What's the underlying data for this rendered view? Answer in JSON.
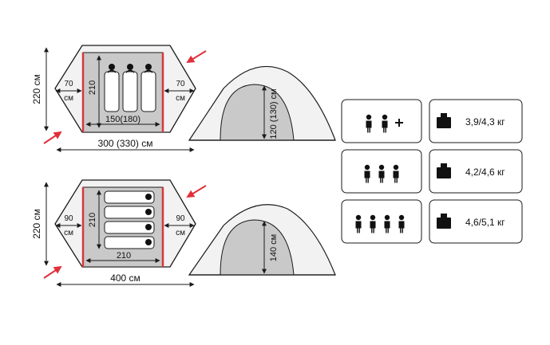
{
  "colors": {
    "outline": "#1a1a1a",
    "fill_light": "#f2f2f2",
    "fill_gray": "#c9c9c9",
    "door_red": "#d5393b",
    "arrow_red": "#e0303a",
    "person": "#111111"
  },
  "tent_top": {
    "height_dim": "220 см",
    "left_vestibule_value": "70",
    "left_vestibule_unit": "см",
    "right_vestibule_value": "70",
    "right_vestibule_unit": "см",
    "inner_height": "210",
    "inner_width": "150(180)",
    "overall_width": "300 (330) см",
    "side_height": "120 (130) см",
    "sleepers": 3
  },
  "tent_bottom": {
    "height_dim": "220 см",
    "left_vestibule_value": "90",
    "left_vestibule_unit": "см",
    "right_vestibule_value": "90",
    "right_vestibule_unit": "см",
    "inner_height": "210",
    "inner_width": "210",
    "overall_width": "400 см",
    "side_height": "140 см",
    "sleepers": 4
  },
  "specs": [
    {
      "capacity_icon": "two-persons-plus-icon",
      "people": 2,
      "plus": true,
      "weight": "3,9/4,3 кг"
    },
    {
      "capacity_icon": "three-persons-icon",
      "people": 3,
      "plus": false,
      "weight": "4,2/4,6 кг"
    },
    {
      "capacity_icon": "four-persons-icon",
      "people": 4,
      "plus": false,
      "weight": "4,6/5,1 кг"
    }
  ]
}
